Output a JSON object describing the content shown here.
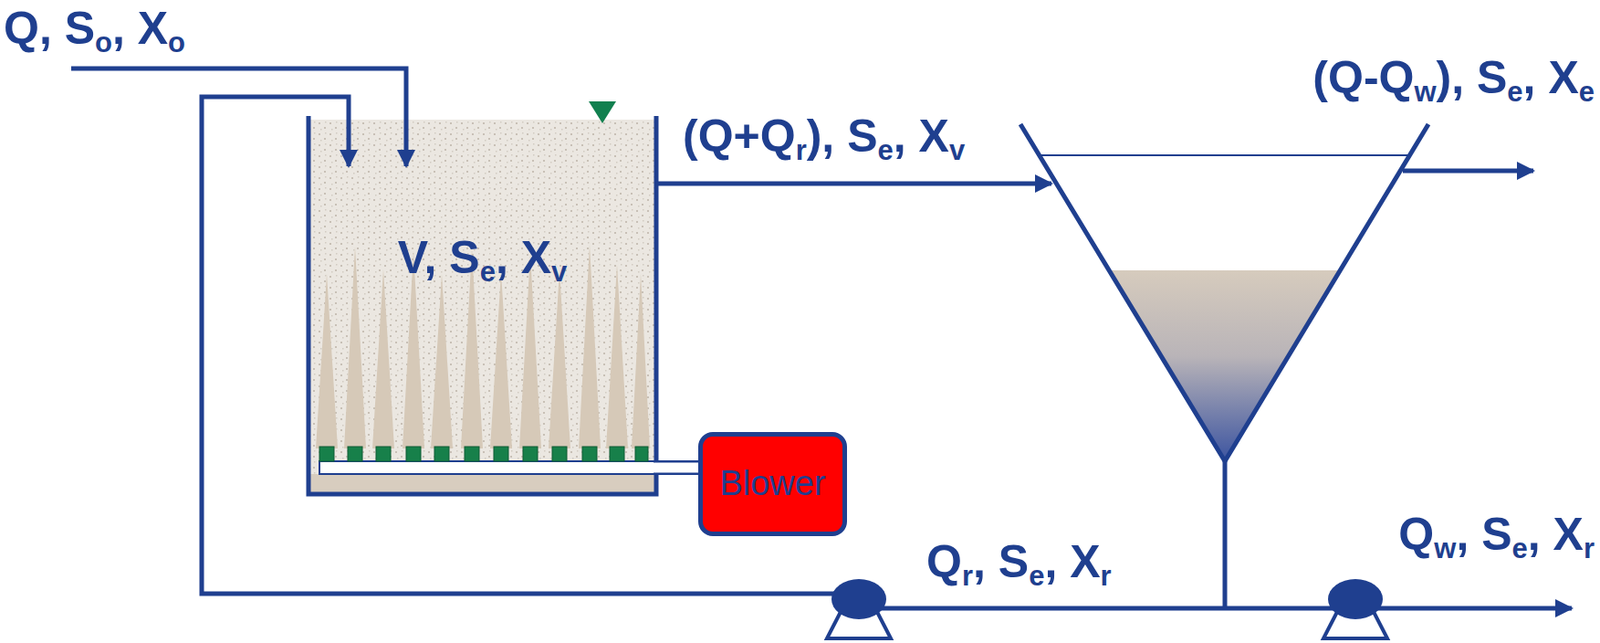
{
  "diagram": {
    "nodes": [
      {
        "text": [
          "V, Se, Xv"
        ]
      },
      {
        "text": [
          "Blower"
        ]
      }
    ],
    "edges": [
      {
        "from": 1,
        "to": 0,
        "arrow": "none"
      }
    ],
    "labels": [
      "Q, So, Xo",
      "(Q+Qr), Se, Xv",
      "(Q-Qw), Se, Xe",
      "Qr, Se, Xr",
      "Qw, Se, Xr"
    ]
  }
}
